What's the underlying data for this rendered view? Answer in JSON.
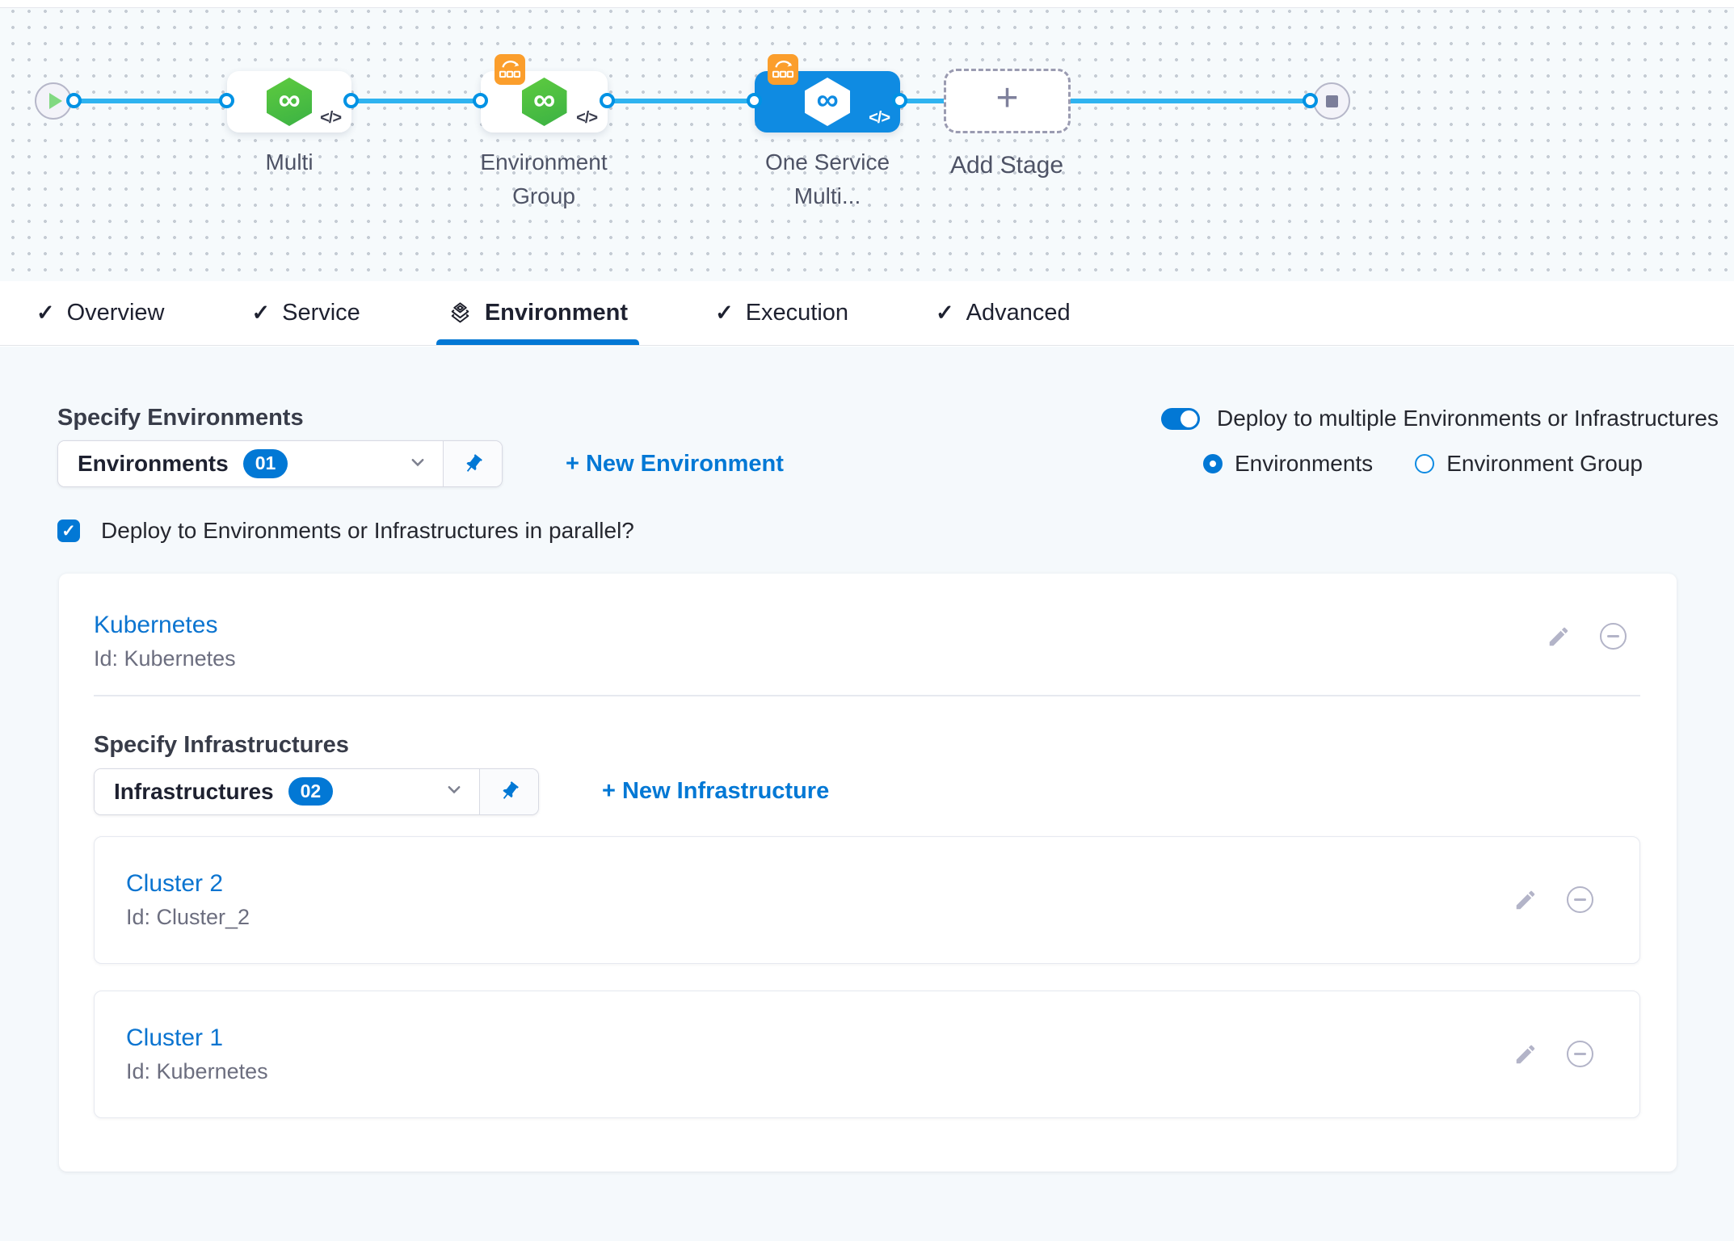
{
  "colors": {
    "primary_blue": "#0278d5",
    "selected_node_blue": "#0f8be2",
    "connector_blue": "#2fb3f0",
    "harness_green": "#42b944",
    "rolling_badge_orange": "#fb9e2c"
  },
  "pipeline": {
    "logo_glyph": "∞",
    "stages": {
      "multi": {
        "label": "Multi",
        "code_glyph": "</>"
      },
      "environment_group": {
        "label": "Environment Group",
        "code_glyph": "</>"
      },
      "one_service_multi": {
        "label": "One Service Multi...",
        "code_glyph": "</>"
      }
    },
    "add_stage": {
      "label": "Add Stage",
      "plus_glyph": "+"
    }
  },
  "tabs": {
    "check_glyph": "✓",
    "overview": "Overview",
    "service": "Service",
    "environment": "Environment",
    "execution": "Execution",
    "advanced": "Advanced"
  },
  "environment_tab": {
    "heading": "Specify Environments",
    "environments_dropdown": {
      "label": "Environments",
      "count": "01"
    },
    "new_environment_link": "+ New Environment",
    "multi_toggle_label": "Deploy to multiple Environments or Infrastructures",
    "radio_options": {
      "environments": "Environments",
      "environment_group": "Environment Group"
    },
    "parallel_checkbox_label": "Deploy to Environments or Infrastructures in parallel?",
    "environment_card": {
      "name": "Kubernetes",
      "id": "Id: Kubernetes",
      "infra_heading": "Specify Infrastructures",
      "infrastructures_dropdown": {
        "label": "Infrastructures",
        "count": "02"
      },
      "new_infrastructure_link": "+ New Infrastructure",
      "infrastructures": [
        {
          "name": "Cluster 2",
          "id": "Id: Cluster_2"
        },
        {
          "name": "Cluster 1",
          "id": "Id: Kubernetes"
        }
      ]
    }
  }
}
